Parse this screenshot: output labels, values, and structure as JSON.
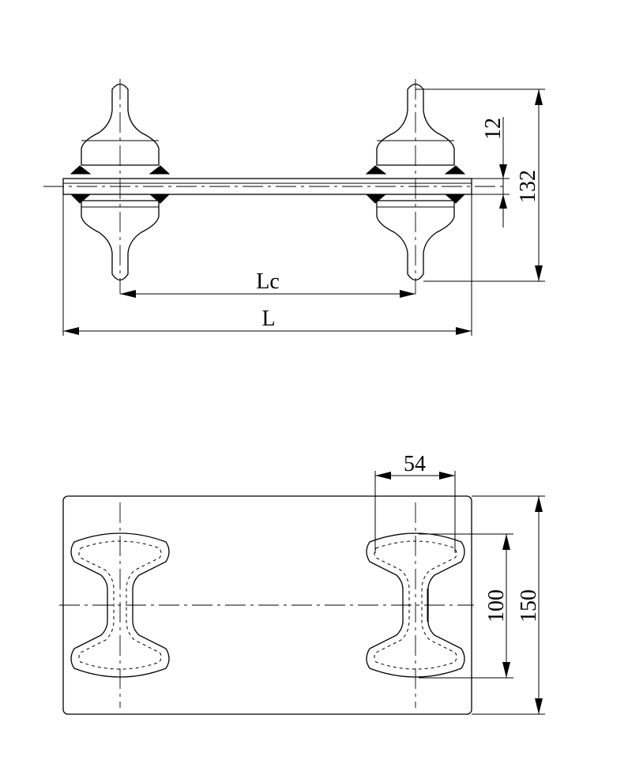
{
  "drawing": {
    "front_view": {
      "label_lc": "Lc",
      "label_l": "L",
      "dim_12": "12",
      "dim_132": "132"
    },
    "top_view": {
      "dim_54": "54",
      "dim_100": "100",
      "dim_150": "150"
    },
    "colors": {
      "line": "#000000",
      "background": "#ffffff"
    }
  }
}
